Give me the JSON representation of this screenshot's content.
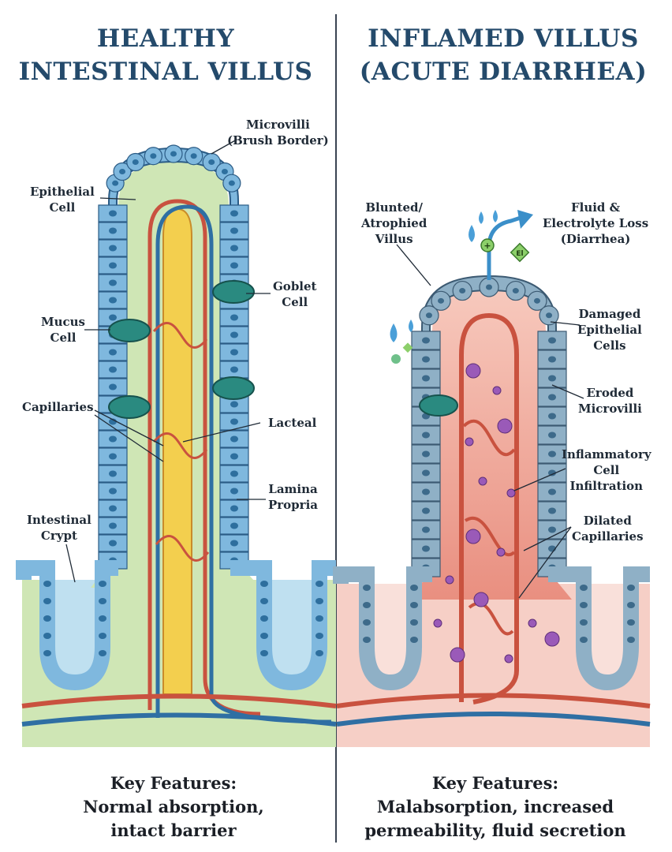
{
  "titles": {
    "left": [
      "HEALTHY",
      "INTESTINAL VILLUS"
    ],
    "right": [
      "INFLAMED VILLUS",
      "(ACUTE DIARRHEA)"
    ]
  },
  "labels_left": {
    "microvilli": [
      "Microvilli",
      "(Brush Border)"
    ],
    "epithelial_cell": [
      "Epithelial",
      "Cell"
    ],
    "goblet_cell": [
      "Goblet",
      "Cell"
    ],
    "mucus_cell": [
      "Mucus",
      "Cell"
    ],
    "capillaries": [
      "Capillaries"
    ],
    "lacteal": [
      "Lacteal"
    ],
    "lamina_propria": [
      "Lamina",
      "Propria"
    ],
    "intestinal_crypt": [
      "Intestinal",
      "Crypt"
    ]
  },
  "labels_right": {
    "blunted_villus": [
      "Blunted/",
      "Atrophied",
      "Villus"
    ],
    "fluid_loss": [
      "Fluid &",
      "Electrolyte Loss",
      "(Diarrhea)"
    ],
    "damaged_epithelial": [
      "Damaged",
      "Epithelial",
      "Cells"
    ],
    "eroded_microvilli": [
      "Eroded",
      "Microvilli"
    ],
    "inflammatory_infiltration": [
      "Inflammatory",
      "Cell",
      "Infiltration"
    ],
    "dilated_capillaries": [
      "Dilated",
      "Capillaries"
    ]
  },
  "icons": {
    "plus_symbol": "+",
    "electrolyte_symbol": "El"
  },
  "key_features": {
    "left": [
      "Key Features:",
      "Normal absorption,",
      "intact barrier"
    ],
    "right": [
      "Key Features:",
      "Malabsorption, increased",
      "permeability, fluid secretion"
    ]
  },
  "colors": {
    "title": "#244a6b",
    "healthy_lamina": "#cfe6b5",
    "healthy_epithelium": "#7fb8de",
    "nucleus": "#2e6f9e",
    "lacteal": "#f3cf4e",
    "artery": "#c9523f",
    "vein": "#2f6fa3",
    "goblet": "#2a8a80",
    "inflamed_tissue": "#f2b0a3",
    "inflamed_epithelium": "#8fb0c6",
    "inflammatory_cell": "#9a5ab8",
    "fluid": "#4a9fd8"
  }
}
